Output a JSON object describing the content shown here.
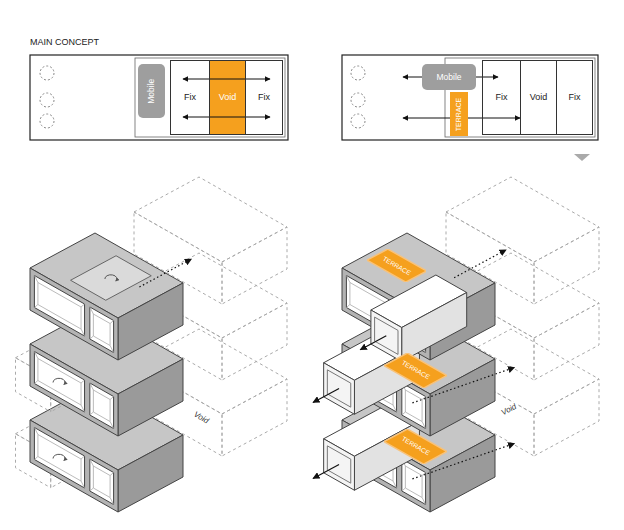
{
  "diagram": {
    "title": "MAIN CONCEPT",
    "nodes": [
      {
        "text": [
          "Mobile"
        ]
      },
      {
        "text": [
          "Fix"
        ]
      },
      {
        "text": [
          "Void"
        ]
      },
      {
        "text": [
          "Fix"
        ]
      },
      {
        "text": [
          "Mobile"
        ]
      },
      {
        "text": [
          "TERRACE"
        ]
      },
      {
        "text": [
          "Fix"
        ]
      },
      {
        "text": [
          "Void"
        ]
      },
      {
        "text": [
          "Fix"
        ]
      },
      {
        "text": [
          "TERRACE"
        ]
      },
      {
        "text": [
          "TERRACE"
        ]
      },
      {
        "text": [
          "TERRACE"
        ]
      }
    ],
    "labels": [
      "Void",
      "Void"
    ]
  }
}
